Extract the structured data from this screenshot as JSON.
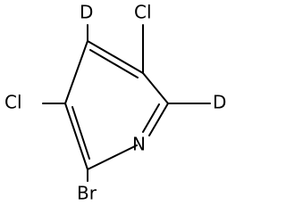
{
  "atoms": {
    "d_top": "D",
    "cl_top_right": "Cl",
    "cl_left": "Cl",
    "d_right": "D",
    "n_ring": "N",
    "br_bottom": "Br"
  }
}
